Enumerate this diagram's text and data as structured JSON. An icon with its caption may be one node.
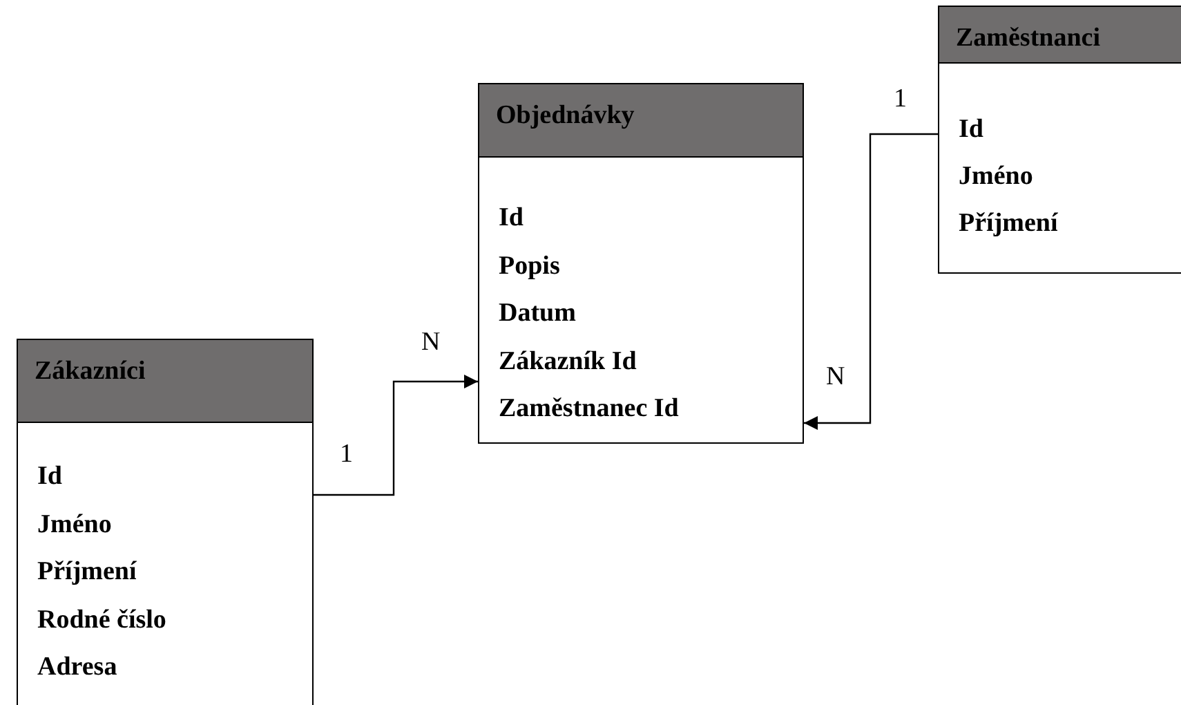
{
  "diagram": {
    "nodes": [
      {
        "text": [
          "Zaměstnanci",
          "Id",
          "Jméno",
          "Příjmení"
        ]
      },
      {
        "text": [
          "Objednávky",
          "Id",
          "Popis",
          "Datum",
          "Zákazník Id",
          "Zaměstnanec Id"
        ]
      },
      {
        "text": [
          "Zákazníci",
          "Id",
          "Jméno",
          "Příjmení",
          "Rodné číslo",
          "Adresa"
        ]
      }
    ],
    "edges": [
      {
        "from": 2,
        "to": 1,
        "arrow": "to"
      },
      {
        "from": 0,
        "to": 1,
        "arrow": "to"
      }
    ],
    "labels": [
      "1",
      "N",
      "N",
      "1"
    ]
  }
}
